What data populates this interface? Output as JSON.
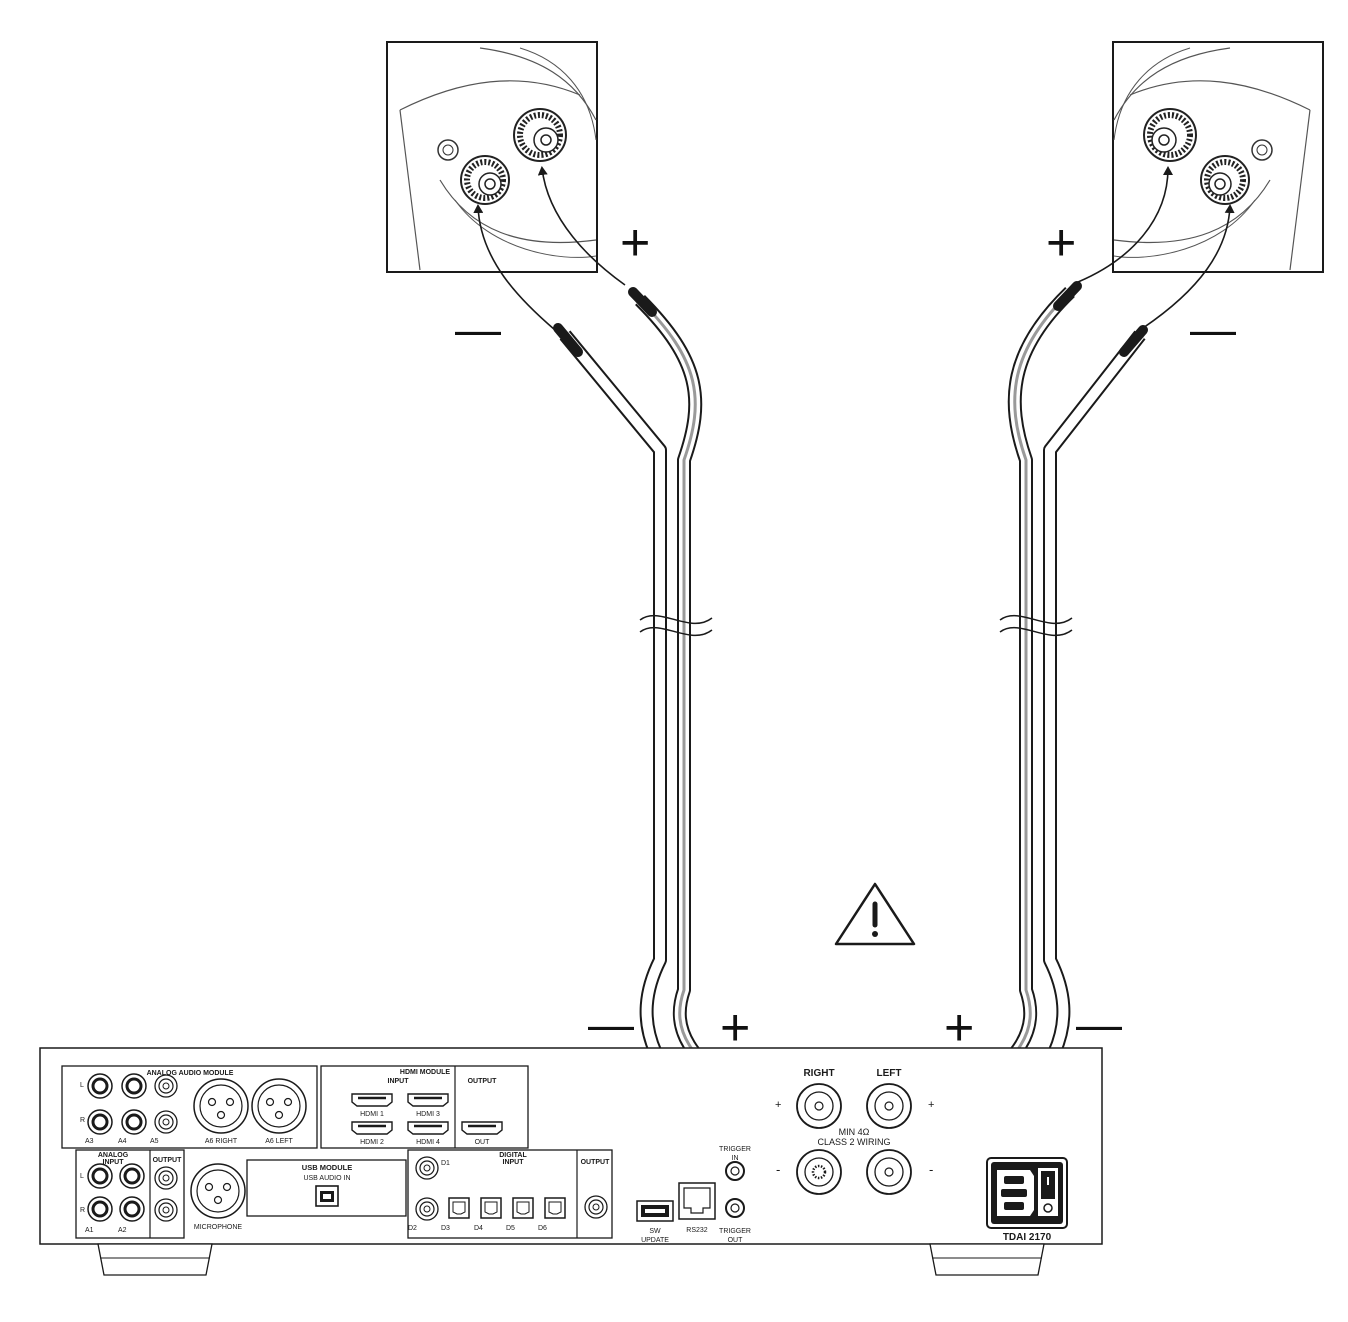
{
  "signs": {
    "plus": "+",
    "minus": "—"
  },
  "device": {
    "model": "TDAI 2170",
    "speaker_terminals": {
      "right_label": "RIGHT",
      "left_label": "LEFT",
      "plus": "+",
      "minus": "-",
      "impedance": "MIN 4Ω",
      "wiring": "CLASS 2 WIRING"
    },
    "analog_audio_module": {
      "title": "ANALOG AUDIO MODULE",
      "row_l": "L",
      "row_r": "R",
      "a3": "A3",
      "a4": "A4",
      "a5": "A5",
      "a6_right": "A6 RIGHT",
      "a6_left": "A6 LEFT"
    },
    "hdmi_module": {
      "title": "HDMI MODULE",
      "input": "INPUT",
      "output": "OUTPUT",
      "hdmi1": "HDMI 1",
      "hdmi2": "HDMI 2",
      "hdmi3": "HDMI 3",
      "hdmi4": "HDMI 4",
      "out": "OUT"
    },
    "analog_input": {
      "title_line1": "ANALOG",
      "title_line2": "INPUT",
      "output": "OUTPUT",
      "row_l": "L",
      "row_r": "R",
      "a1": "A1",
      "a2": "A2"
    },
    "microphone": "MICROPHONE",
    "usb_module": {
      "title": "USB MODULE",
      "sub": "USB AUDIO IN"
    },
    "digital_input": {
      "title_line1": "DIGITAL",
      "title_line2": "INPUT",
      "output": "OUTPUT",
      "d1": "D1",
      "d2": "D2",
      "d3": "D3",
      "d4": "D4",
      "d5": "D5",
      "d6": "D6"
    },
    "sw_update_line1": "SW",
    "sw_update_line2": "UPDATE",
    "rs232": "RS232",
    "trigger_in_line1": "TRIGGER",
    "trigger_in_line2": "IN",
    "trigger_out_line1": "TRIGGER",
    "trigger_out_line2": "OUT"
  },
  "colors": {
    "line": "#1a1a1a",
    "cable_fill": "#ffffff",
    "cable_stripe": "#9a9a9a",
    "tip": "#1a1a1a"
  },
  "icons": [
    "warning-triangle-icon",
    "usb-b-port-icon",
    "hdmi-port-icon",
    "optical-port-icon",
    "ethernet-port-icon",
    "iec-power-inlet-icon",
    "power-switch-icon"
  ]
}
